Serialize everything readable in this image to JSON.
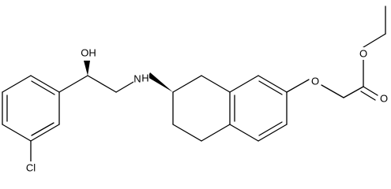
{
  "molecule": {
    "atom_labels": {
      "hydroxyl": "OH",
      "amine": "N",
      "amine_h": "H",
      "ether_oxygen": "O",
      "ester_oxygen": "O",
      "carbonyl_oxygen": "O",
      "chlorine": "Cl"
    },
    "colors": {
      "bond": "#000000",
      "label": "#000000",
      "background": "#ffffff"
    }
  }
}
